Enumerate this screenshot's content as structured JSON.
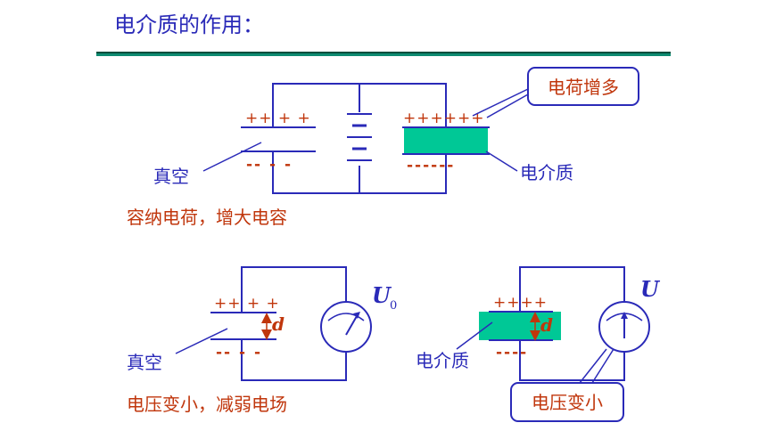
{
  "title": "电介质的作用：",
  "colors": {
    "wire": "#2a2ab8",
    "charge": "#c0360c",
    "dielectric": "#00c896",
    "callout_border": "#2a2ab8"
  },
  "top": {
    "vacuum_plus": "++ + +",
    "vacuum_minus": "-- - -",
    "dielectric_plus": "++++++",
    "dielectric_minus": "------",
    "vacuum_label": "真空",
    "dielectric_label": "电介质",
    "callout": "电荷增多",
    "conclusion": "容纳电荷，增大电容"
  },
  "bottom_left": {
    "plus": "++ + +",
    "minus": "-- - -",
    "gap_label": "d",
    "meter_label": "U",
    "meter_subscript": "0",
    "vacuum_label": "真空",
    "conclusion": "电压变小，减弱电场"
  },
  "bottom_right": {
    "plus": "++++",
    "minus": "----",
    "gap_label": "d",
    "meter_label": "U",
    "dielectric_label": "电介质",
    "callout": "电压变小"
  }
}
